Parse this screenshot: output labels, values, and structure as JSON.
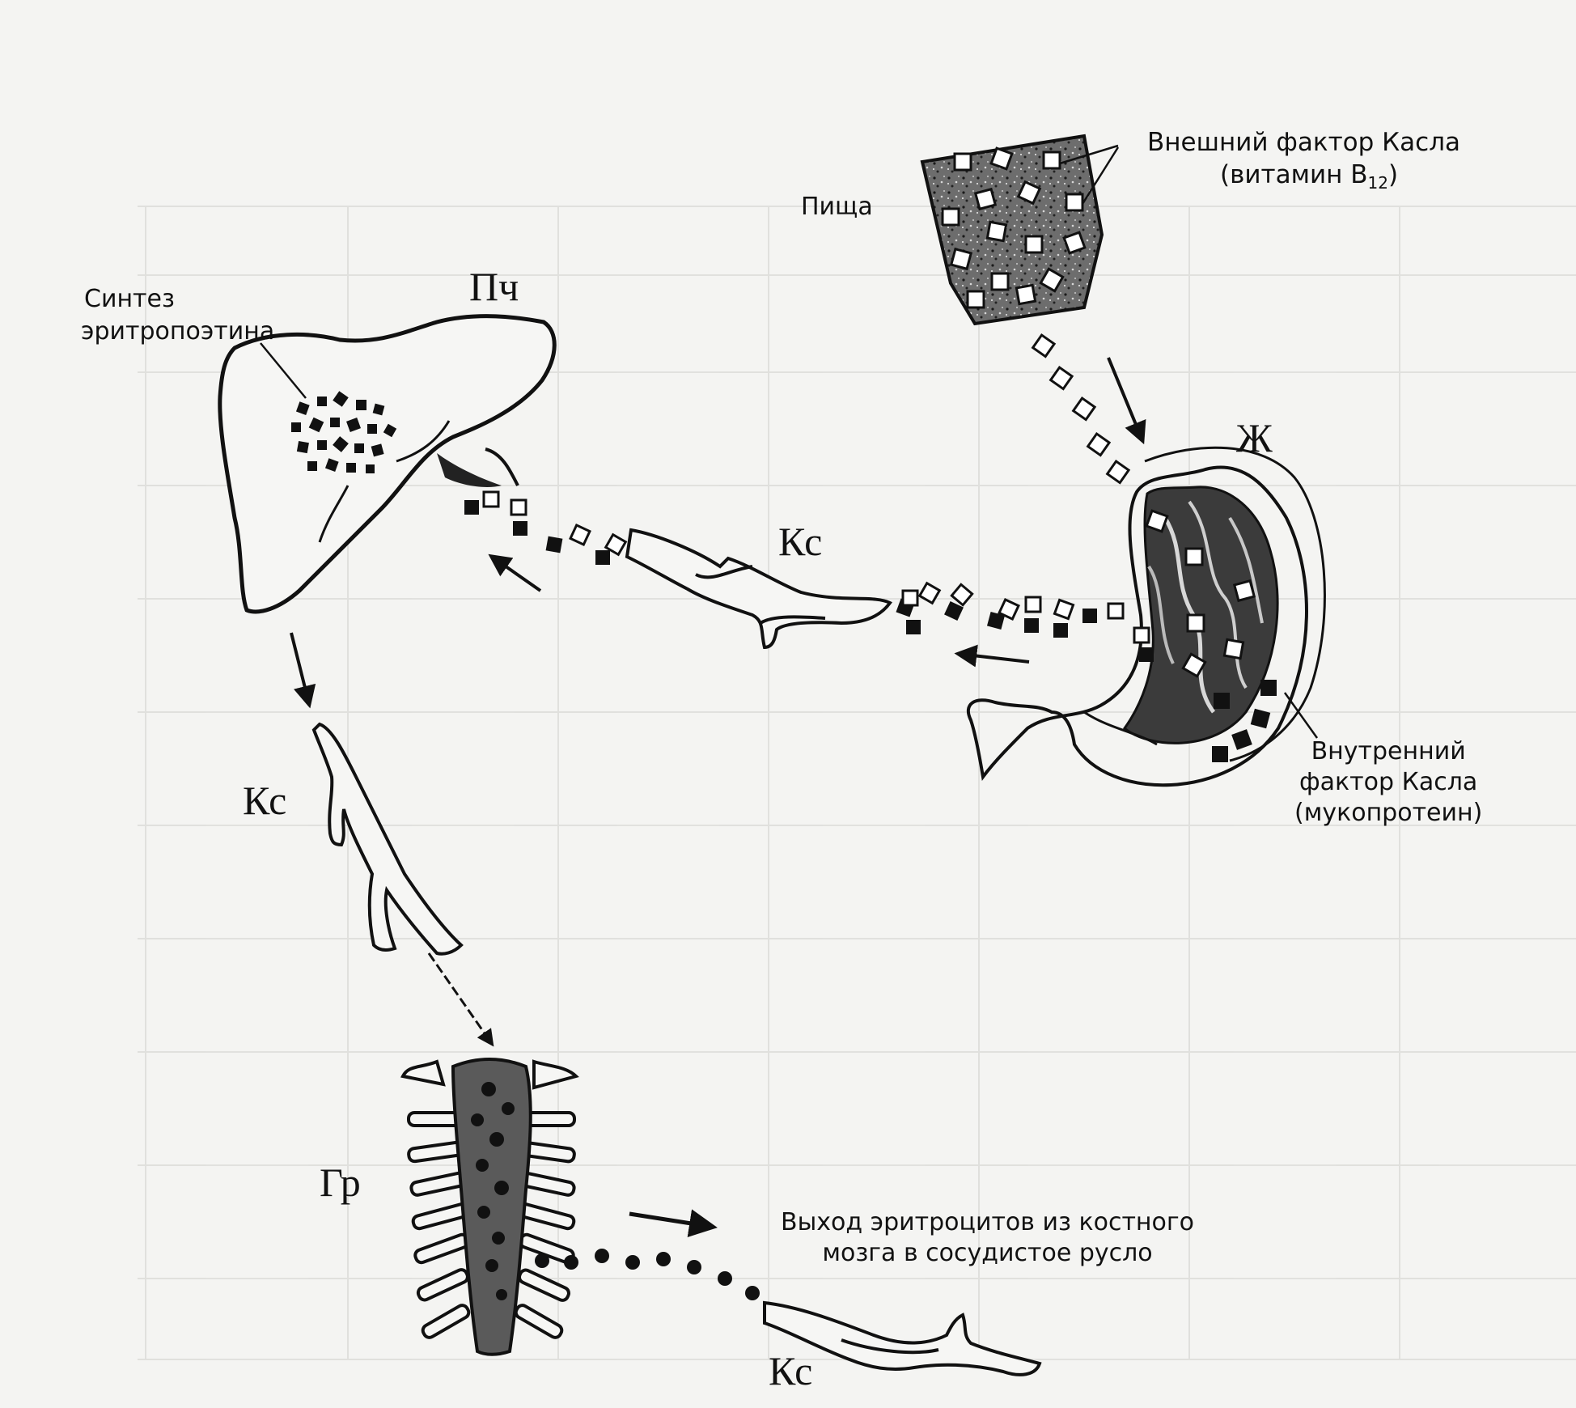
{
  "labels": {
    "food": "Пища",
    "extrinsic_factor_line1": "Внешний фактор Касла",
    "extrinsic_factor_line2_prefix": "(витамин B",
    "extrinsic_factor_sub": "12",
    "extrinsic_factor_line2_suffix": ")",
    "synthesis_line1": "Синтез",
    "synthesis_line2": "эритропоэтина",
    "liver": "Пч",
    "stomach": "Ж",
    "vessel_top": "Кс",
    "vessel_left": "Кс",
    "vessel_bottom": "Кс",
    "bone_marrow": "Гр",
    "intrinsic_factor_line1": "Внутренний",
    "intrinsic_factor_line2": "фактор Касла",
    "intrinsic_factor_line3": "(мукопротеин)",
    "exit_line1": "Выход эритроцитов из костного",
    "exit_line2": "мозга в сосудистое русло"
  }
}
